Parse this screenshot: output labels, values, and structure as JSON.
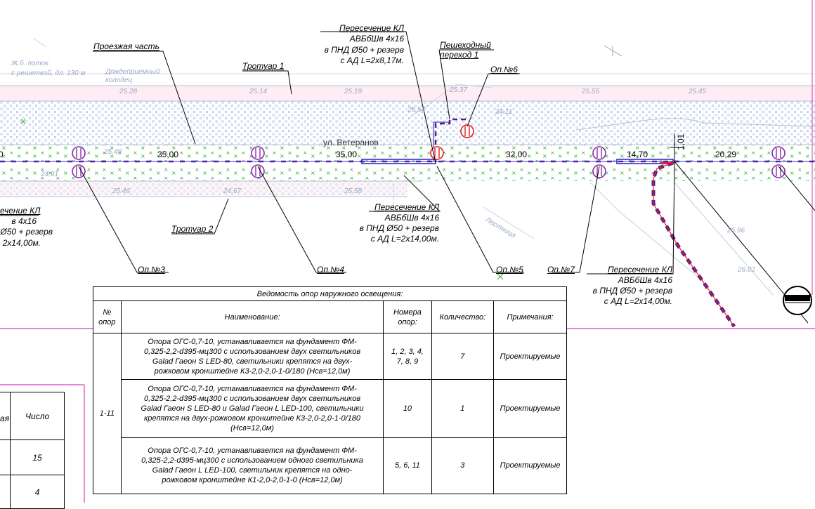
{
  "streets": {
    "carriageway": "Проезжая часть",
    "sidewalk_1": "Тротуар 1",
    "sidewalk_2": "Тротуар 2",
    "street_name": "ул. Ветеранов",
    "crossing_line1": "Пешеходный",
    "crossing_line2": "переход 1"
  },
  "background_text": {
    "gutter_1": "Ж.б. лоток",
    "gutter_2": "с решеткой, дл. 130 м",
    "manhole_1": "Дождеприемный",
    "manhole_2": "колодец",
    "stairs": "Лестница",
    "elev_1": "25.28",
    "elev_2": "25.14",
    "elev_3": "25.19",
    "elev_4": "25.37",
    "elev_5": "25.45",
    "elev_6": "25.55",
    "elev_7": "24.11",
    "elev_8": "25.54",
    "elev_9": "24.91",
    "elev_10": "25.58",
    "elev_11": "25.46",
    "elev_12": "24.67",
    "elev_13": "26.02",
    "elev_14": "26.96",
    "elev_15": "25.49"
  },
  "dimensions": {
    "d1": "35,00",
    "d2": "35,00",
    "d3": "32,00",
    "d4": "14,70",
    "d5": "20,29",
    "d6": "1,01",
    "d0": "0"
  },
  "poles": {
    "op3": "Оп.№3",
    "op4": "Оп.№4",
    "op5": "Оп.№5",
    "op6": "Оп.№6",
    "op7": "Оп.№7"
  },
  "crossings": {
    "top": {
      "l1": "Пересечение КЛ",
      "l2": "АВБбШв 4х16",
      "l3": "в ПНД Ø50 + резерв",
      "l4": "с АД L=2х8,17м."
    },
    "bottom_mid": {
      "l1": "Пересечение КЛ",
      "l2": "АВБбШв 4х16",
      "l3": "в ПНД Ø50 + резерв",
      "l4": "с АД L=2х14,00м."
    },
    "bottom_right": {
      "l1": "Пересечение КЛ",
      "l2": "АВБбШв 4х16",
      "l3": "в ПНД Ø50 + резерв",
      "l4": "с АД L=2х14,00м."
    },
    "left_partial": {
      "l1": "ечение КЛ",
      "l2": "в 4х16",
      "l3": "Ø50 + резерв",
      "l4": "2х14,00м."
    }
  },
  "schedule": {
    "title": "Ведомость опор наружного освещения:",
    "headers": {
      "num_1": "№",
      "num_2": "опор",
      "name": "Наименование:",
      "numbers_1": "Номера",
      "numbers_2": "опор:",
      "qty": "Количество:",
      "notes": "Примечания:"
    },
    "group": "1-11",
    "rows": [
      {
        "name_1": "Опора ОГС-0,7-10, устанавливается на фундамент ФМ-",
        "name_2": "0,325-2,2-d395-мц300 с использованием двух светильников",
        "name_3": "Galad Гаеон S LED-80, светильники крепятся на двух-",
        "name_4": "рожковом кронштейне К3-2,0-2,0-1-0/180 (Нсв=12,0м)",
        "numbers_1": "1, 2, 3, 4,",
        "numbers_2": "7, 8, 9",
        "qty": "7",
        "note": "Проектируемые"
      },
      {
        "name_1": "Опора ОГС-0,7-10, устанавливается на фундамент ФМ-",
        "name_2": "0,325-2,2-d395-мц300 с использованием двух светильников",
        "name_3": "Galad Гаеон S LED-80 и Galad Гаеон L LED-100, светильники",
        "name_4": "крепятся на двух-рожковом кронштейне К3-2,0-2,0-1-0/180",
        "name_5": "(Нсв=12,0м)",
        "numbers_1": "10",
        "qty": "1",
        "note": "Проектируемые"
      },
      {
        "name_1": "Опора ОГС-0,7-10, устанавливается на фундамент ФМ-",
        "name_2": "0,325-2,2-d395-мц300 с использованием одного светильника",
        "name_3": "Galad Гаеон L LED-100, светильник крепятся на одно-",
        "name_4": "рожковом кронштейне К1-2,0-2,0-1-0 (Нсв=12,0м)",
        "numbers_1": "5, 6, 11",
        "qty": "3",
        "note": "Проектируемые"
      }
    ]
  },
  "left_table": {
    "header_partial": "ая",
    "header_count": "Число",
    "v1": "15",
    "v2": "4"
  },
  "colors": {
    "cable": "#5a1b8c",
    "pole": "#8a2ba8",
    "new_pole": "#e02020",
    "frame": "#d040c0",
    "green_cross": "#2fae2f",
    "faint_line": "#b8c0dc"
  }
}
